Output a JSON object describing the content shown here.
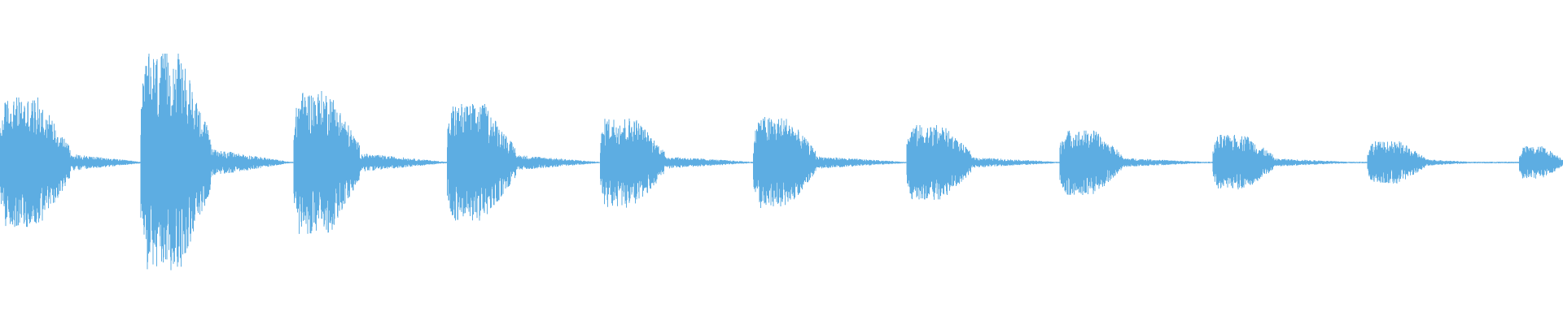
{
  "waveform": {
    "color": "#5DADE2",
    "background": "#FFFFFF",
    "amplitude_scale": [
      -1,
      1
    ],
    "bursts": [
      {
        "start": 0.0,
        "end": 0.045,
        "peak": 0.4,
        "tail_end": 0.09
      },
      {
        "start": 0.09,
        "end": 0.135,
        "peak": 0.67,
        "tail_end": 0.185
      },
      {
        "start": 0.188,
        "end": 0.23,
        "peak": 0.44,
        "tail_end": 0.285
      },
      {
        "start": 0.286,
        "end": 0.33,
        "peak": 0.36,
        "tail_end": 0.382
      },
      {
        "start": 0.384,
        "end": 0.425,
        "peak": 0.28,
        "tail_end": 0.48
      },
      {
        "start": 0.482,
        "end": 0.522,
        "peak": 0.28,
        "tail_end": 0.578
      },
      {
        "start": 0.58,
        "end": 0.622,
        "peak": 0.23,
        "tail_end": 0.675
      },
      {
        "start": 0.678,
        "end": 0.718,
        "peak": 0.2,
        "tail_end": 0.768
      },
      {
        "start": 0.776,
        "end": 0.815,
        "peak": 0.17,
        "tail_end": 0.862
      },
      {
        "start": 0.875,
        "end": 0.912,
        "peak": 0.13,
        "tail_end": 0.94
      },
      {
        "start": 0.972,
        "end": 1.0,
        "peak": 0.1,
        "tail_end": 1.0
      }
    ],
    "silence_level": 0.005
  }
}
